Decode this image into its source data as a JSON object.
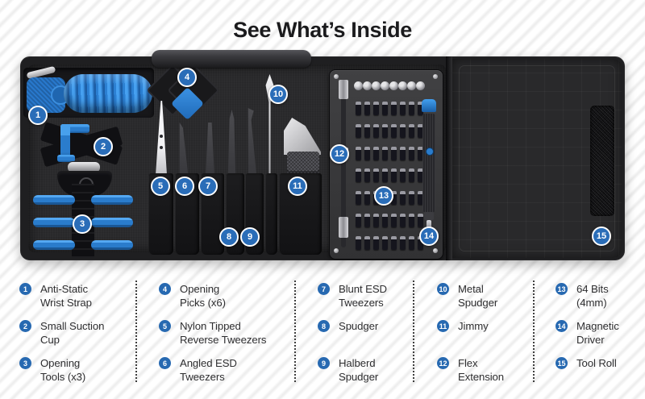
{
  "title": "See What’s Inside",
  "colors": {
    "callout_blue": "#2a6db8",
    "legend_badge_blue": "#2769b1",
    "tool_blue": "#2b7fd2",
    "title_color": "#1b1b1d",
    "case_dark": "#1f1f21"
  },
  "photo": {
    "description": "Open toolkit case with tools and callout numbers",
    "callouts": [
      "1",
      "2",
      "3",
      "4",
      "5",
      "6",
      "7",
      "8",
      "9",
      "10",
      "11",
      "12",
      "13",
      "14",
      "15"
    ]
  },
  "legend": {
    "items": [
      {
        "num": "1",
        "label": "Anti-Static\nWrist Strap"
      },
      {
        "num": "2",
        "label": "Small Suction\nCup"
      },
      {
        "num": "3",
        "label": "Opening\nTools (x3)"
      },
      {
        "num": "4",
        "label": "Opening\nPicks (x6)"
      },
      {
        "num": "5",
        "label": "Nylon Tipped\nReverse Tweezers"
      },
      {
        "num": "6",
        "label": "Angled ESD\nTweezers"
      },
      {
        "num": "7",
        "label": "Blunt ESD\nTweezers"
      },
      {
        "num": "8",
        "label": "Spudger"
      },
      {
        "num": "9",
        "label": "Halberd\nSpudger"
      },
      {
        "num": "10",
        "label": "Metal\nSpudger"
      },
      {
        "num": "11",
        "label": "Jimmy"
      },
      {
        "num": "12",
        "label": "Flex\nExtension"
      },
      {
        "num": "13",
        "label": "64 Bits\n(4mm)"
      },
      {
        "num": "14",
        "label": "Magnetic\nDriver"
      },
      {
        "num": "15",
        "label": "Tool Roll"
      }
    ]
  }
}
